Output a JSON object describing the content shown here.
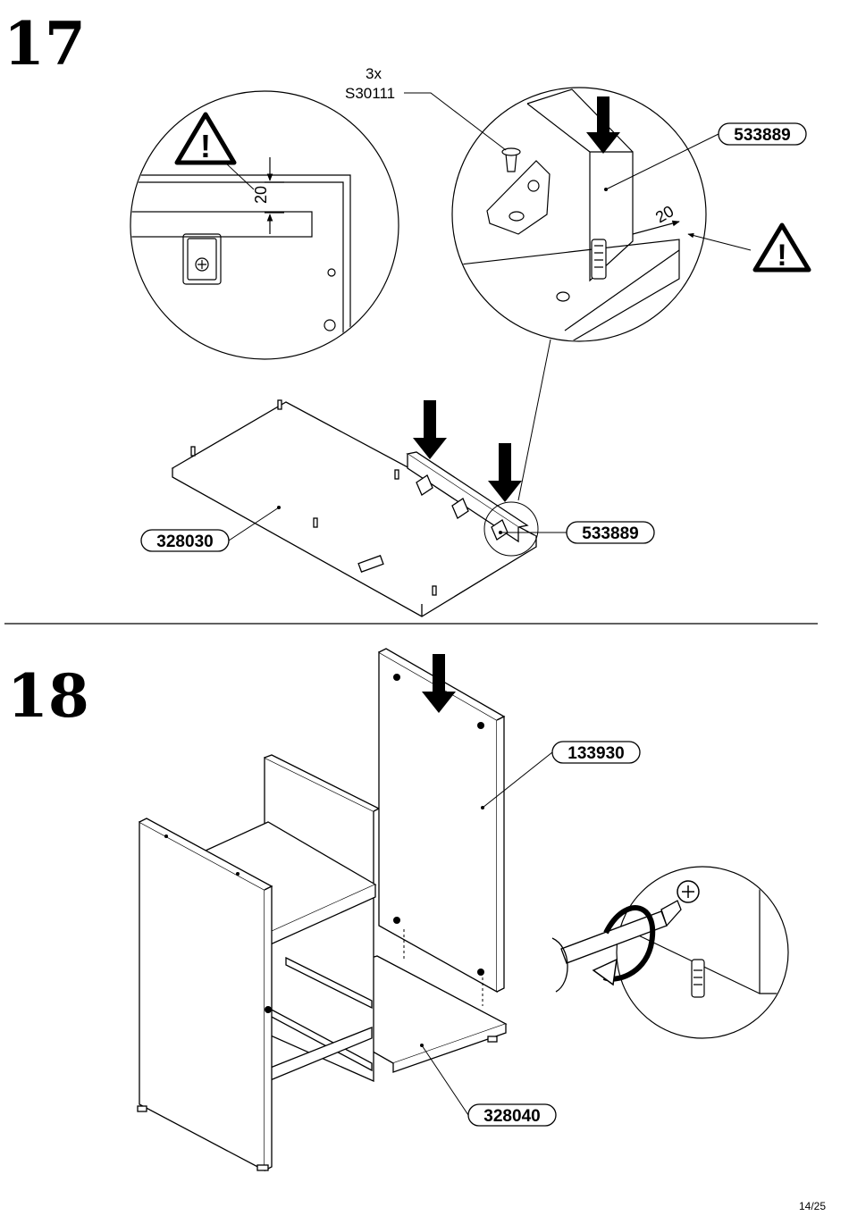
{
  "steps": [
    {
      "number": "17",
      "annotations": {
        "quantity": "3x",
        "hardware_code": "S30111",
        "dimension_left": "20",
        "dimension_right": "20"
      },
      "part_labels": {
        "upper_panel": "533889",
        "lower_panel": "533889",
        "base_panel": "328030"
      }
    },
    {
      "number": "18",
      "part_labels": {
        "side_panel": "133930",
        "bottom_panel": "328040"
      }
    }
  ],
  "footer": {
    "page": "14/25"
  }
}
